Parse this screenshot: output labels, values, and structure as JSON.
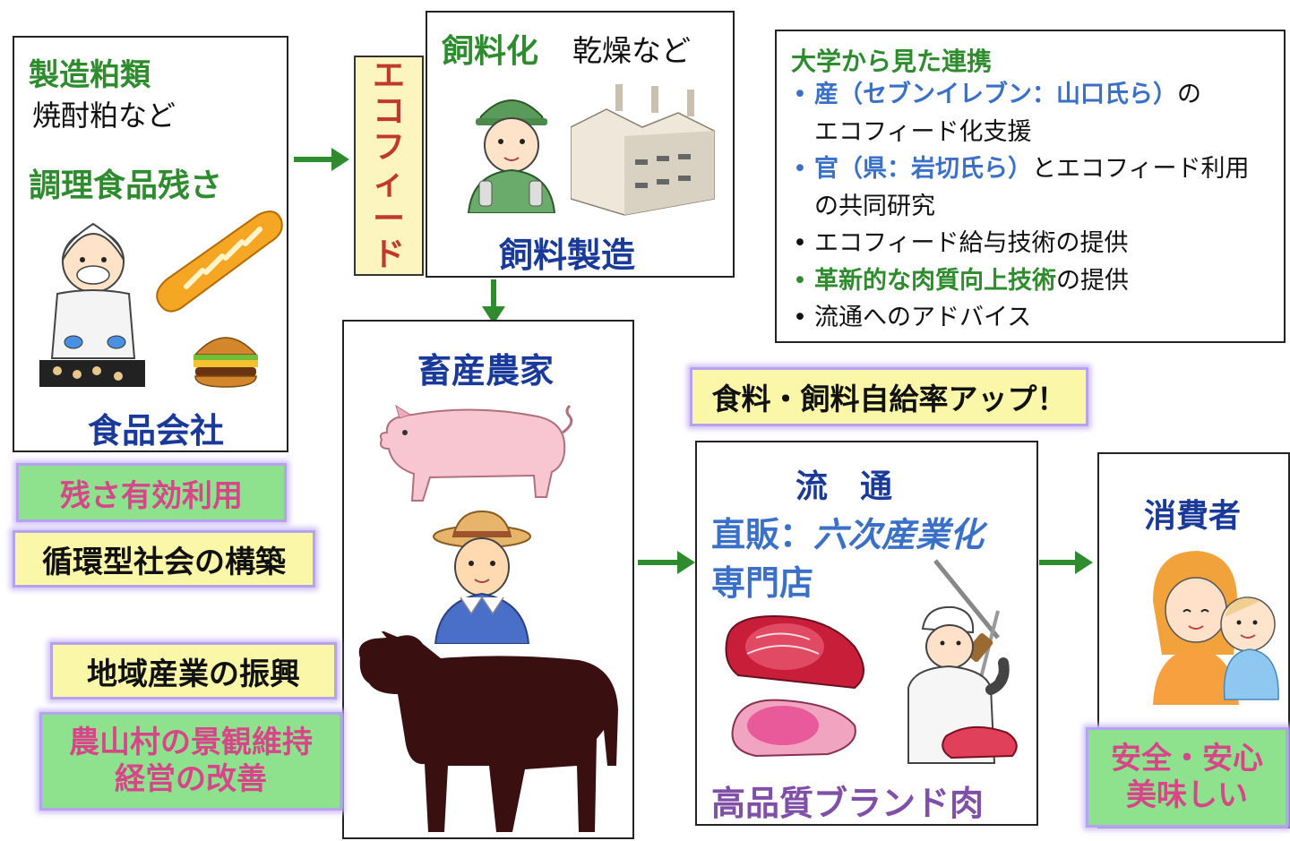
{
  "food_company": {
    "line1": "製造粕類",
    "line2": "焼酎粕など",
    "line3": "調理食品残さ",
    "title": "食品会社"
  },
  "ecofeed_label": [
    "エ",
    "コ",
    "フ",
    "ィ",
    "ー",
    "ド"
  ],
  "feed_manufacturing": {
    "heading_green": "飼料化",
    "heading_black": "乾燥など",
    "title": "飼料製造"
  },
  "university": {
    "title": "大学から見た連携",
    "items": [
      {
        "lead": "産（セブンイレブン：山口氏ら）",
        "rest": "の",
        "cont": "エコフィード化支援"
      },
      {
        "lead": "官（県：岩切氏ら）",
        "rest": "とエコフィード利用",
        "cont": "の共同研究"
      },
      {
        "rest": "エコフィード給与技術の提供"
      },
      {
        "lead": "革新的な肉質向上技術",
        "rest": "の提供"
      },
      {
        "rest": "流通へのアドバイス"
      }
    ]
  },
  "farmer": {
    "title": "畜産農家"
  },
  "tags": {
    "self_sufficiency": "食料・飼料自給率アップ！",
    "waste_use": "残さ有効利用",
    "recycling_society": "循環型社会の構築",
    "regional_industry": "地域産業の振興",
    "landscape_1": "農山村の景観維持",
    "landscape_2": "経営の改善",
    "safety_1": "安全・安心",
    "safety_2": "美味しい"
  },
  "distribution": {
    "title": "流　通",
    "direct_prefix": "直販：",
    "direct_italic": "六次産業化",
    "specialty": "専門店",
    "brand": "高品質ブランド肉"
  },
  "consumer": {
    "title": "消費者"
  },
  "colors": {
    "green": "#2e8b2e",
    "navy": "#1a3a9a",
    "blue": "#3a70c8",
    "purple": "#8050a8",
    "pink": "#d8468a",
    "tag_yellow": "#fbf7a8",
    "tag_green": "#8ee28e",
    "ecofeed_bg": "#fdf5c0",
    "ecofeed_text": "#c0392b"
  },
  "icons": [
    "food-worker-icon",
    "bread-icon",
    "hamburger-icon",
    "feed-worker-icon",
    "factory-icon",
    "pig-icon",
    "farmer-icon",
    "cow-icon",
    "meat-icon",
    "butcher-icon",
    "mother-baby-icon"
  ]
}
